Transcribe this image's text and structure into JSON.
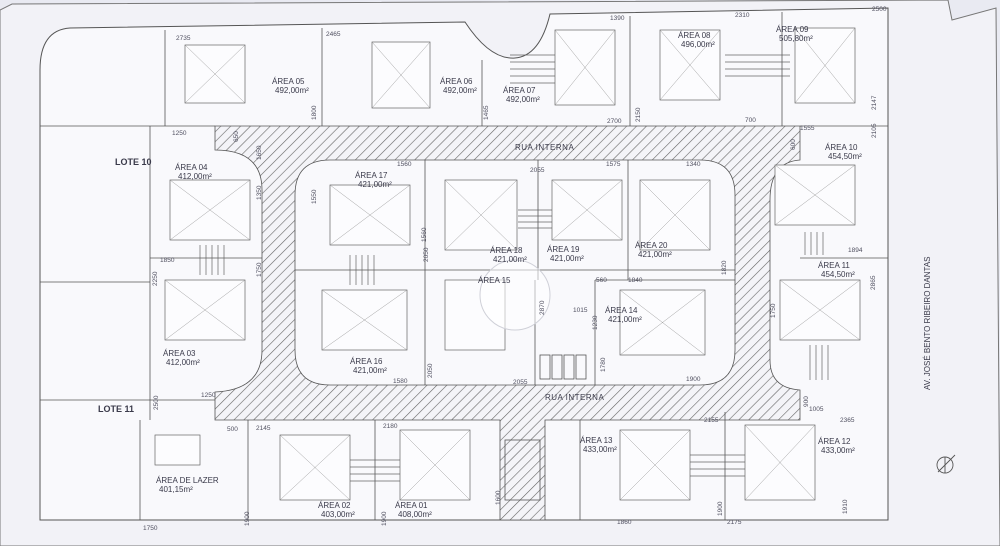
{
  "plan": {
    "background": "#e9eaf2",
    "ink": "#444455",
    "lotes": [
      "LOTE 10",
      "LOTE 11"
    ],
    "streets": [
      "RUA INTERNA",
      "RUA INTERNA"
    ],
    "avenue": "AV. JOSÉ BENTO RIBEIRO DANTAS",
    "areas": [
      {
        "id": "area-05",
        "name": "ÁREA 05",
        "size": "492,00m²"
      },
      {
        "id": "area-06",
        "name": "ÁREA 06",
        "size": "492,00m²"
      },
      {
        "id": "area-07",
        "name": "ÁREA 07",
        "size": "492,00m²"
      },
      {
        "id": "area-08",
        "name": "ÁREA 08",
        "size": "496,00m²"
      },
      {
        "id": "area-09",
        "name": "ÁREA 09",
        "size": "505,80m²"
      },
      {
        "id": "area-04",
        "name": "ÁREA 04",
        "size": "412,00m²"
      },
      {
        "id": "area-17",
        "name": "ÁREA 17",
        "size": "421,00m²"
      },
      {
        "id": "area-10",
        "name": "ÁREA 10",
        "size": "454,50m²"
      },
      {
        "id": "area-18",
        "name": "ÁREA 18",
        "size": "421,00m²"
      },
      {
        "id": "area-19",
        "name": "ÁREA 19",
        "size": "421,00m²"
      },
      {
        "id": "area-20",
        "name": "ÁREA 20",
        "size": "421,00m²"
      },
      {
        "id": "area-11",
        "name": "ÁREA 11",
        "size": "454,50m²"
      },
      {
        "id": "area-15",
        "name": "ÁREA 15",
        "size": ""
      },
      {
        "id": "area-14",
        "name": "ÁREA 14",
        "size": "421,00m²"
      },
      {
        "id": "area-03",
        "name": "ÁREA 03",
        "size": "412,00m²"
      },
      {
        "id": "area-16",
        "name": "ÁREA 16",
        "size": "421,00m²"
      },
      {
        "id": "area-13",
        "name": "ÁREA 13",
        "size": "433,00m²"
      },
      {
        "id": "area-12",
        "name": "ÁREA 12",
        "size": "433,00m²"
      },
      {
        "id": "area-lazer",
        "name": "ÁREA DE LAZER",
        "size": "401,15m²"
      },
      {
        "id": "area-02",
        "name": "ÁREA 02",
        "size": "403,00m²"
      },
      {
        "id": "area-01",
        "name": "ÁREA 01",
        "size": "408,00m²"
      }
    ],
    "dimensions": [
      "2735",
      "2465",
      "1390",
      "2310",
      "2500",
      "1800",
      "1465",
      "2700",
      "2150",
      "700",
      "1555",
      "2105",
      "2147",
      "1250",
      "650",
      "1560",
      "1575",
      "1340",
      "2055",
      "600",
      "1550",
      "1350",
      "1650",
      "1850",
      "1750",
      "2250",
      "2050",
      "1820",
      "1894",
      "1560",
      "2865",
      "560",
      "1840",
      "1015",
      "1230",
      "2870",
      "1750",
      "1580",
      "2050",
      "2055",
      "1780",
      "1900",
      "2500",
      "1250",
      "500",
      "2145",
      "2180",
      "2155",
      "900",
      "1005",
      "2365",
      "1600",
      "1860",
      "1900",
      "2175",
      "1910",
      "1750",
      "1900",
      "1900"
    ]
  }
}
